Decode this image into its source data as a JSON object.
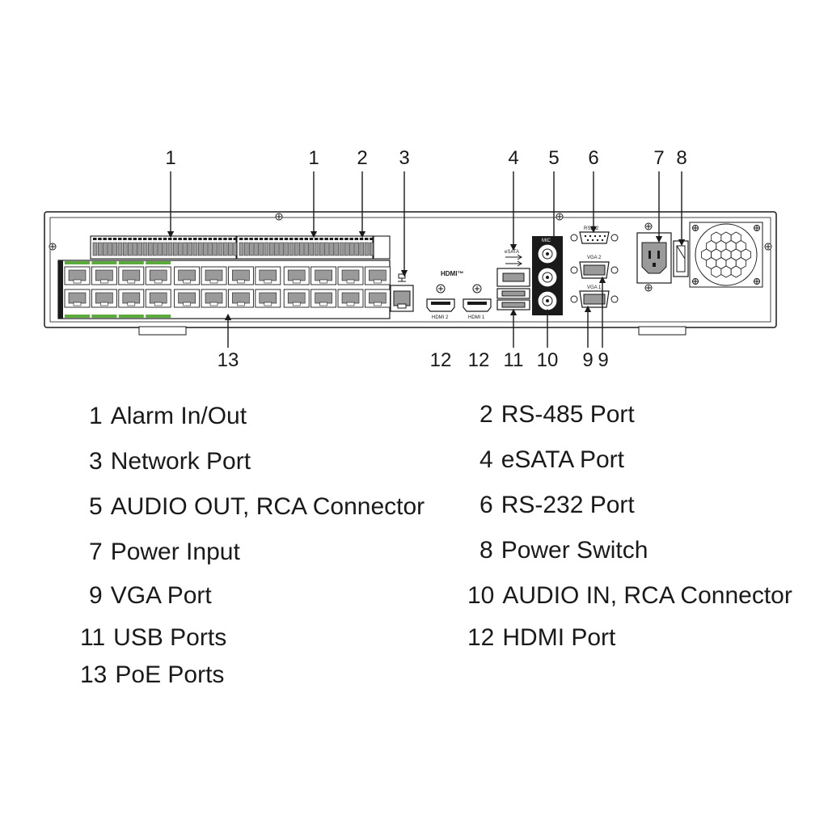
{
  "callouts": {
    "c1a": "1",
    "c1b": "1",
    "c2": "2",
    "c3": "3",
    "c4": "4",
    "c5": "5",
    "c6": "6",
    "c7": "7",
    "c8": "8",
    "c13": "13",
    "c12a": "12",
    "c12b": "12",
    "c11": "11",
    "c10": "10",
    "c9a": "9",
    "c9b": "9"
  },
  "panel_labels": {
    "hdmi_logo": "HDMI™",
    "hdmi2": "HDMI 2",
    "hdmi1": "HDMI 1",
    "esata": "eSATA",
    "mic": "MIC",
    "rs232": "RS232",
    "vga2": "VGA 2",
    "vga1": "VGA 1"
  },
  "legend": [
    {
      "num": "1",
      "text": "Alarm In/Out"
    },
    {
      "num": "2",
      "text": "RS-485 Port"
    },
    {
      "num": "3",
      "text": "Network Port"
    },
    {
      "num": "4",
      "text": "eSATA Port"
    },
    {
      "num": "5",
      "text": "AUDIO OUT, RCA Connector"
    },
    {
      "num": "6",
      "text": "RS-232 Port"
    },
    {
      "num": "7",
      "text": "Power Input"
    },
    {
      "num": "8",
      "text": "Power Switch"
    },
    {
      "num": "9",
      "text": "VGA Port"
    },
    {
      "num": "10",
      "text": "AUDIO IN, RCA Connector"
    },
    {
      "num": "11",
      "text": "USB Ports"
    },
    {
      "num": "12",
      "text": "HDMI Port"
    },
    {
      "num": "13",
      "text": "PoE Ports"
    }
  ],
  "colors": {
    "line": "#1a1a1a",
    "poe_led_green": "#5aab3c",
    "connector_fill": "#9a9a9a",
    "panel_fill": "#ffffff"
  }
}
